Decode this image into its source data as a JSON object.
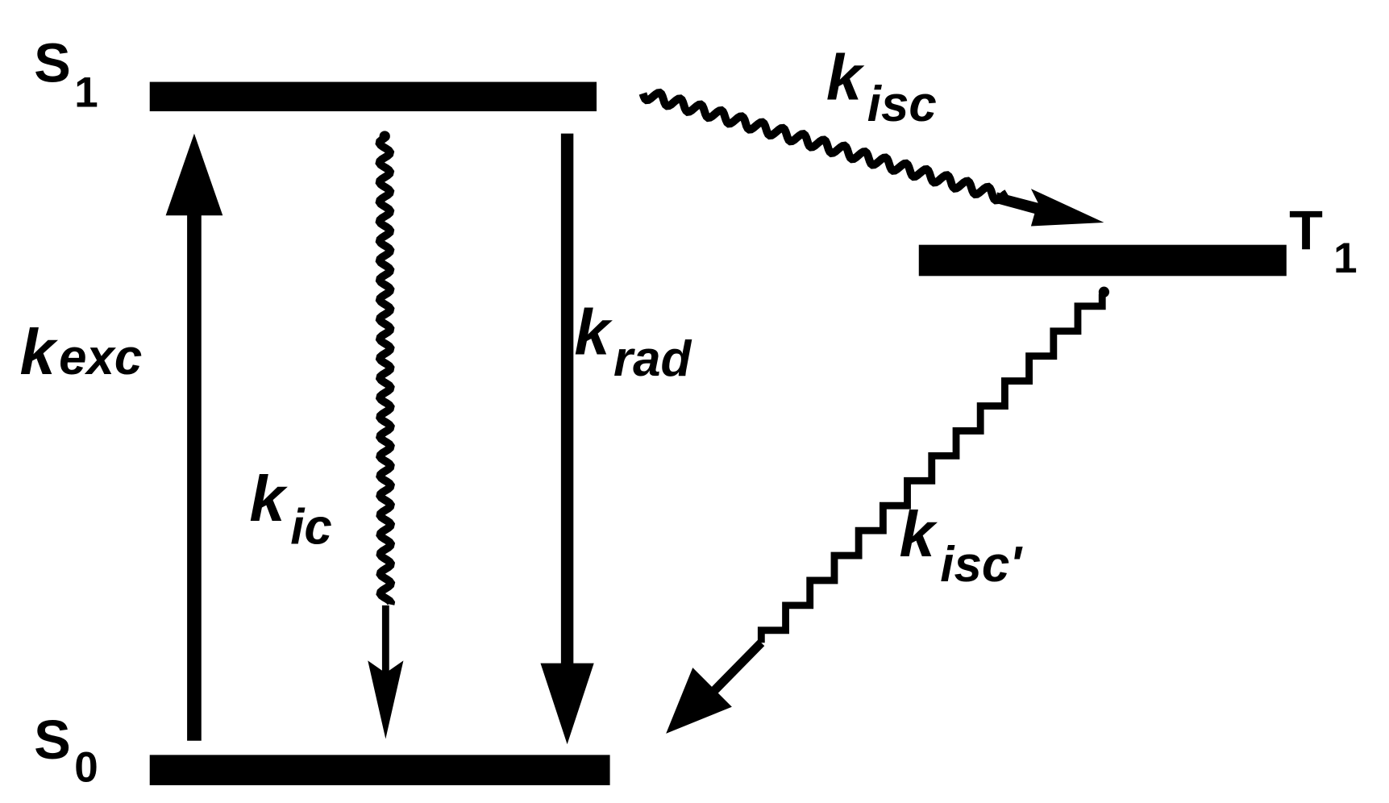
{
  "states": {
    "s1": {
      "main": "S",
      "sub": "1"
    },
    "s0": {
      "main": "S",
      "sub": "0"
    },
    "t1": {
      "main": "T",
      "sub": "1"
    }
  },
  "rates": {
    "exc": {
      "main": "k",
      "sub": "exc"
    },
    "ic": {
      "main": "k",
      "sub": "ic"
    },
    "rad": {
      "main": "k",
      "sub": "rad"
    },
    "isc": {
      "main": "k",
      "sub": "isc"
    },
    "isc_prime": {
      "main": "k",
      "sub": "isc'"
    }
  },
  "colors": {
    "ink": "#000000",
    "background": "#ffffff"
  }
}
